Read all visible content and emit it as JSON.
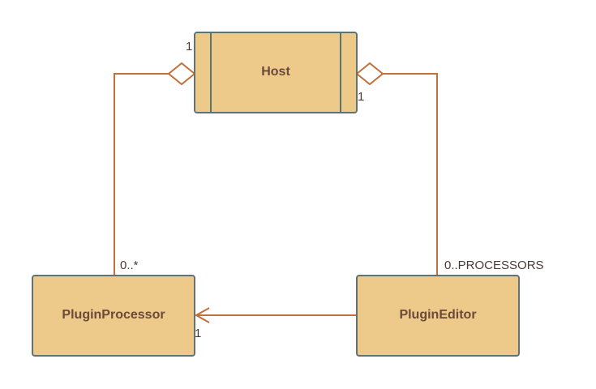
{
  "classes": {
    "host": "Host",
    "plugin_processor": "PluginProcessor",
    "plugin_editor": "PluginEditor"
  },
  "multiplicities": {
    "host_left": "1",
    "host_right": "1",
    "processor_top": "0..*",
    "editor_top": "0..PROCESSORS",
    "processor_right": "1"
  },
  "colors": {
    "box_fill": "#edc98a",
    "box_stroke": "#5f7470",
    "connector": "#c07038",
    "label_text": "#6b4a3a"
  },
  "relations": [
    {
      "from": "Host",
      "to": "PluginProcessor",
      "type": "aggregation"
    },
    {
      "from": "Host",
      "to": "PluginEditor",
      "type": "aggregation"
    },
    {
      "from": "PluginEditor",
      "to": "PluginProcessor",
      "type": "association"
    }
  ]
}
